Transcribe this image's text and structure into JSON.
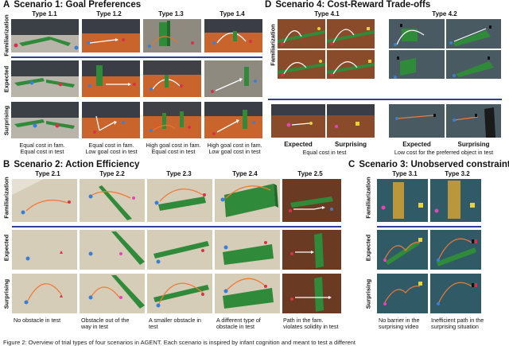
{
  "panels": {
    "a": {
      "letter": "A",
      "title": "Scenario 1: Goal Preferences",
      "types": [
        "Type 1.1",
        "Type 1.2",
        "Type 1.3",
        "Type 1.4"
      ],
      "rows": [
        "Familiarization",
        "Expected",
        "Surprising"
      ],
      "captions": [
        [
          "Equal cost in fam.",
          "Equal cost in test"
        ],
        [
          "Equal cost in fam.",
          "Low goal cost in test"
        ],
        [
          "High goal cost in fam.",
          "Equal cost in test"
        ],
        [
          "High goal cost in fam.",
          "Low goal cost in test"
        ]
      ]
    },
    "b": {
      "letter": "B",
      "title": "Scenario 2: Action Efficiency",
      "types": [
        "Type 2.1",
        "Type 2.2",
        "Type 2.3",
        "Type 2.4",
        "Type 2.5"
      ],
      "rows": [
        "Familiarization",
        "Expected",
        "Surprising"
      ],
      "captions": [
        [
          "No obstacle in test",
          ""
        ],
        [
          "Obstacle out of the",
          "way in test"
        ],
        [
          "A smaller obstacle in",
          "test"
        ],
        [
          "A different type of",
          "obstacle in test"
        ],
        [
          "Path in the fam.",
          "violates solidity in test"
        ]
      ]
    },
    "c": {
      "letter": "C",
      "title": "Scenario 3: Unobserved constraints",
      "types": [
        "Type 3.1",
        "Type 3.2"
      ],
      "rows": [
        "Familiarization",
        "Expected",
        "Surprising"
      ],
      "captions": [
        [
          "No barrier in the",
          "surprising video"
        ],
        [
          "Inefficient path in the",
          "surprising situation"
        ]
      ]
    },
    "d": {
      "letter": "D",
      "title": "Scenario 4: Cost-Reward Trade-offs",
      "types": [
        "Type 4.1",
        "Type 4.2"
      ],
      "rows": [
        "Familiarization"
      ],
      "col_labels": [
        "Expected",
        "Surprising",
        "Expected",
        "Surprising"
      ],
      "captions": [
        "Equal cost in test",
        "Low cost for the preferred object in test"
      ]
    }
  },
  "figure_caption": "Figure 2: Overview of trial types of four scenarios in AGENT. Each scenario is inspired by infant cognition and meant to test a different"
}
